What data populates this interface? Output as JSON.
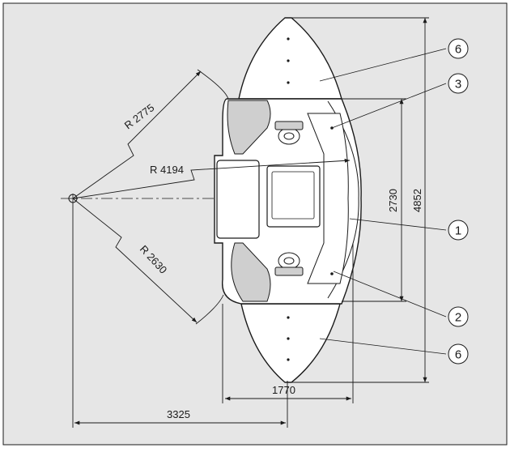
{
  "dimensions": {
    "radius_upper": "R 2775",
    "radius_middle": "R 4194",
    "radius_lower": "R 2630",
    "height_inner": "2730",
    "height_overall": "4852",
    "width_body": "1770",
    "width_to_center": "3325"
  },
  "callouts": [
    "1",
    "2",
    "3",
    "6",
    "6"
  ],
  "colors": {
    "background": "#e6e6e6",
    "machine_fill": "#ffffff",
    "machine_shade": "#cfcfcf",
    "line": "#1a1a1a"
  }
}
